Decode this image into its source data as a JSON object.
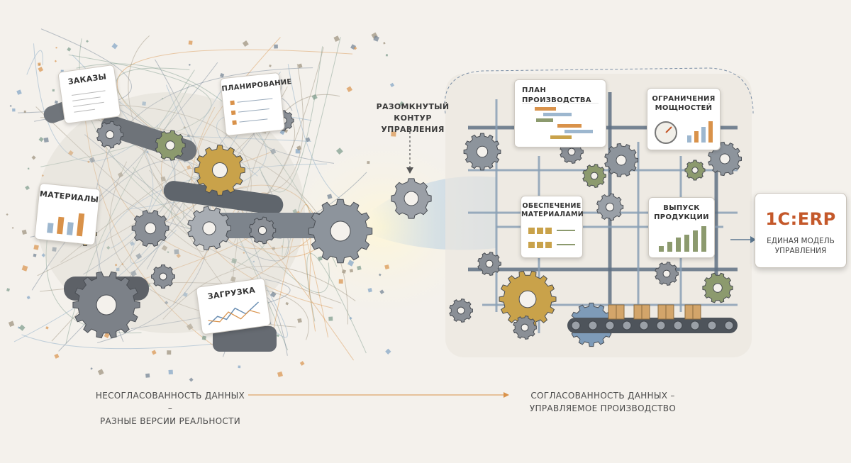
{
  "left_cards": {
    "orders": "ЗАКАЗЫ",
    "planning": "ПЛАНИРОВАНИЕ",
    "materials": "МАТЕРИАЛЫ",
    "loading": "ЗАГРУЗКА"
  },
  "middle": {
    "open_loop_line1": "РАЗОМКНУТЫЙ",
    "open_loop_line2": "КОНТУР УПРАВЛЕНИЯ"
  },
  "right_cards": {
    "production_plan": "ПЛАН ПРОИЗВОДСТВА",
    "capacity_line1": "ОГРАНИЧЕНИЯ",
    "capacity_line2": "МОЩНОСТЕЙ",
    "supply_line1": "ОБЕСПЕЧЕНИЕ",
    "supply_line2": "МАТЕРИАЛАМИ",
    "output_line1": "ВЫПУСК",
    "output_line2": "ПРОДУКЦИИ"
  },
  "erp": {
    "title": "1С:ERP",
    "subtitle_line1": "ЕДИНАЯ МОДЕЛЬ",
    "subtitle_line2": "УПРАВЛЕНИЯ"
  },
  "captions": {
    "left_line1": "НЕСОГЛАСОВАННОСТЬ ДАННЫХ –",
    "left_line2": "РАЗНЫЕ ВЕРСИИ РЕАЛЬНОСТИ",
    "right_line1": "СОГЛАСОВАННОСТЬ ДАННЫХ –",
    "right_line2": "УПРАВЛЯЕМОЕ ПРОИЗВОДСТВО"
  },
  "colors": {
    "background": "#f4f1ec",
    "accent_orange": "#d9924a",
    "erp_brand": "#c4582a",
    "gear_steel": "#8a8f96",
    "gear_brass": "#c9a24a",
    "gear_green": "#8c9a6e",
    "pipe_blue": "#7fa3c4"
  },
  "icons": [
    "gear-icon",
    "gauge-icon",
    "box-icon",
    "document-icon",
    "bar-chart-icon"
  ]
}
